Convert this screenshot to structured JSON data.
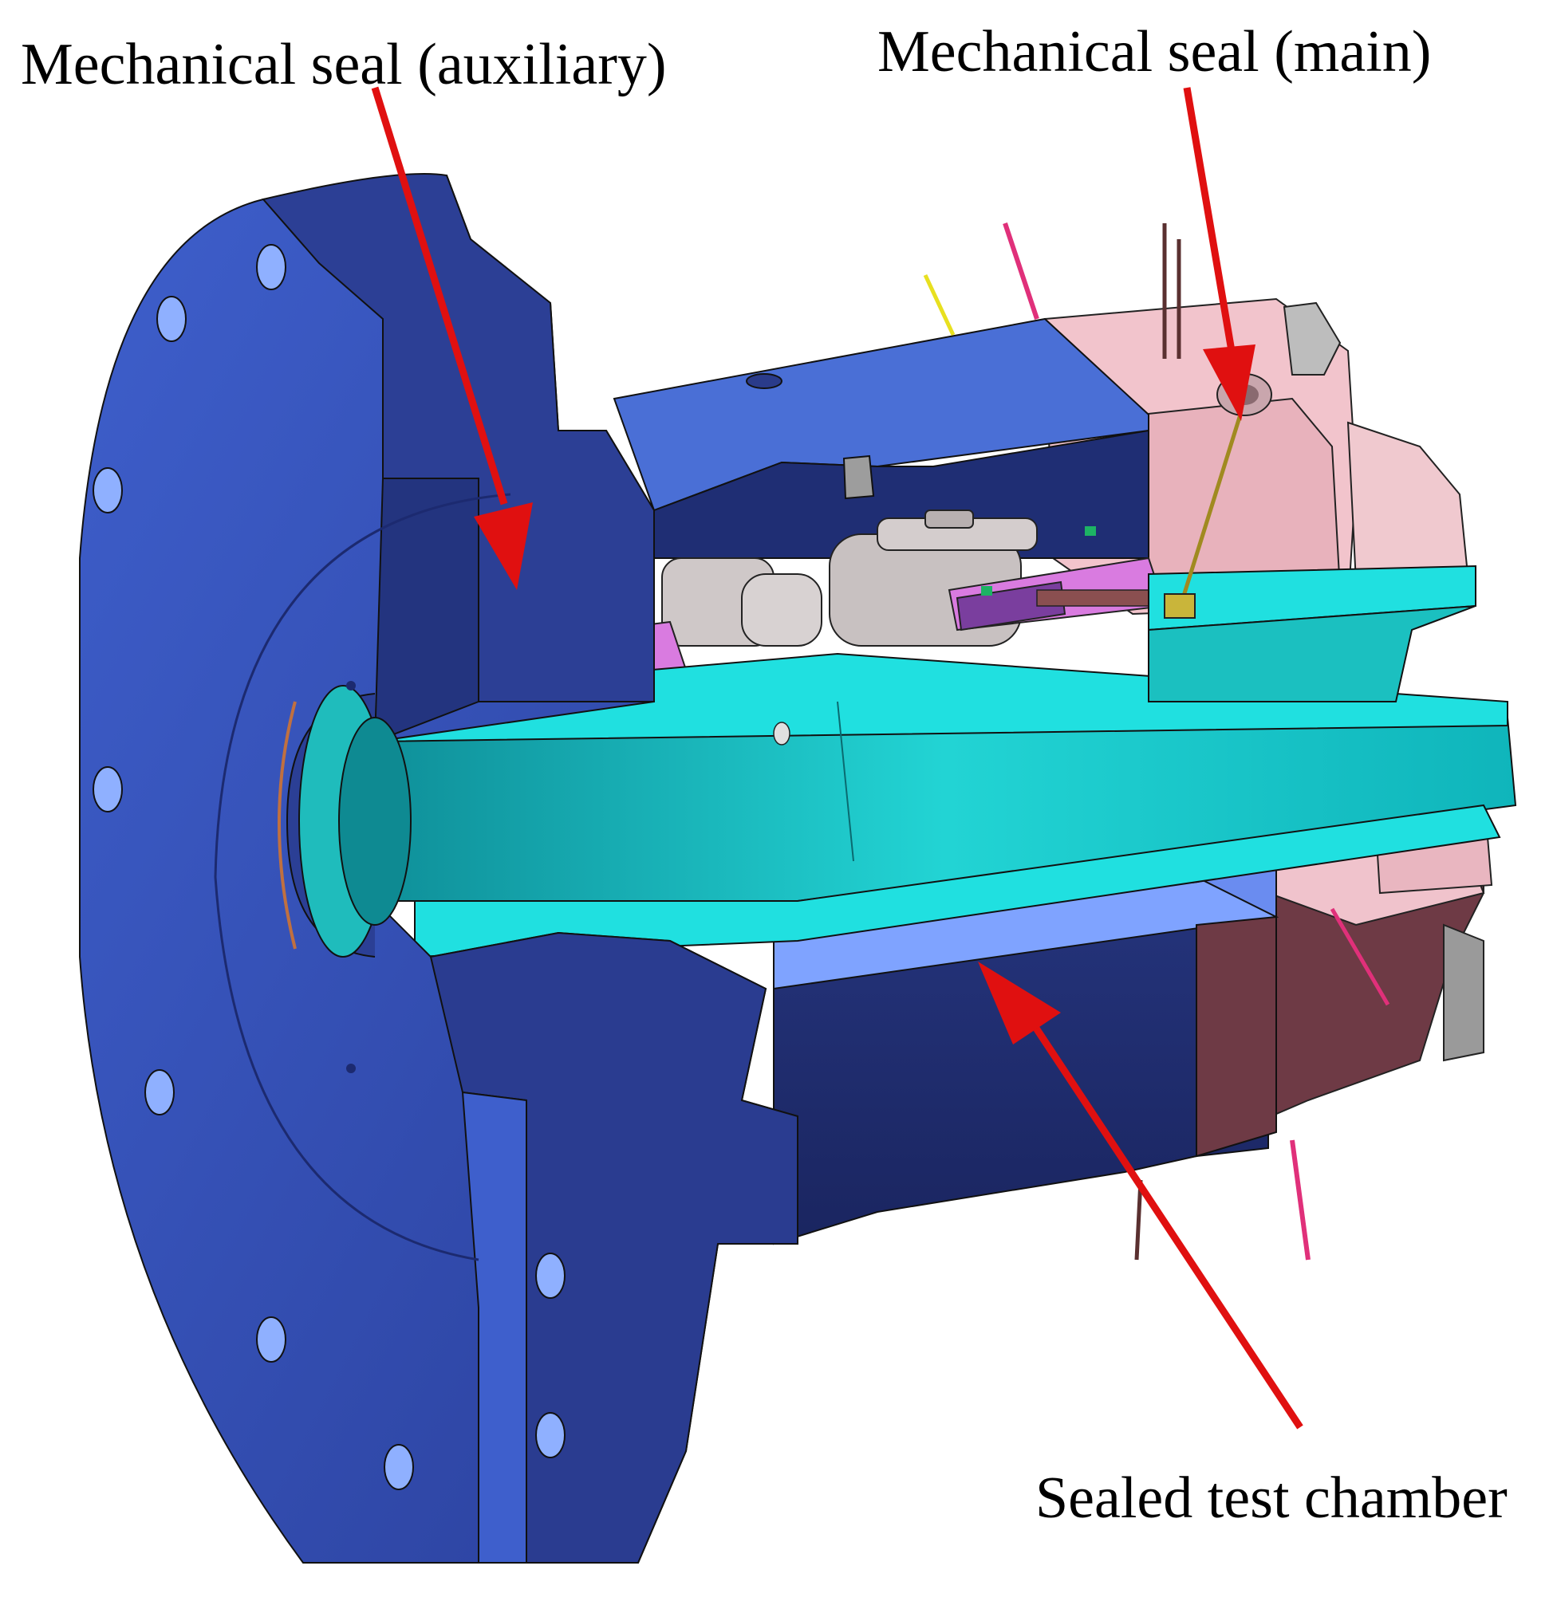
{
  "labels": {
    "auxiliary_seal": "Mechanical seal (auxiliary)",
    "main_seal": "Mechanical seal (main)",
    "test_chamber": "Sealed test chamber"
  },
  "colors": {
    "housing_blue": "#4a6fd6",
    "housing_dark": "#1d2b6b",
    "housing_light": "#7fa3ff",
    "shaft_cyan": "#22d4d4",
    "seal_magenta": "#d97be0",
    "seal_purple": "#7a3e9e",
    "rotor_gray": "#cfc8c8",
    "main_seal_pink": "#f2c4cc",
    "main_seal_brown": "#6e3a45",
    "arrow_red": "#e01010",
    "lead_pink": "#e0307a",
    "lead_yellow": "#e8e020",
    "lead_brown": "#5a3030"
  },
  "icons": [
    "flange-bolt-hole",
    "red-arrow"
  ]
}
